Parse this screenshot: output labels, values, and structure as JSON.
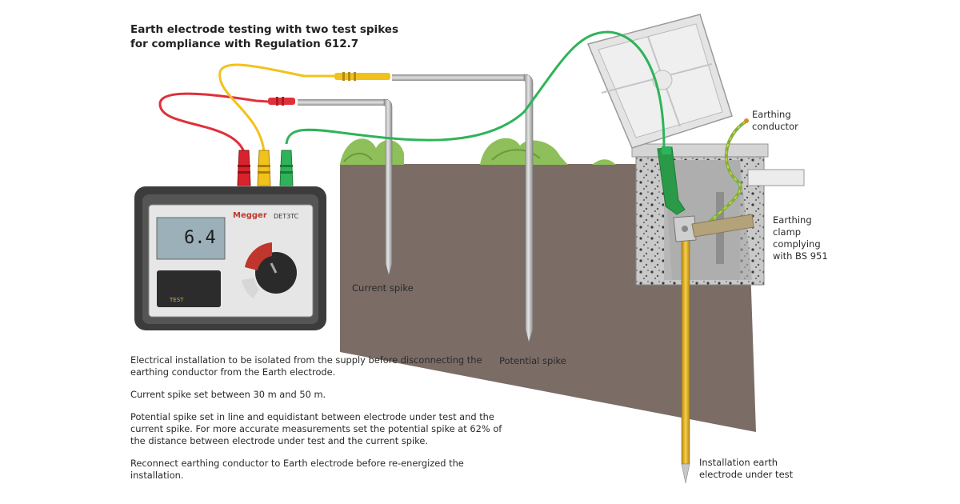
{
  "title": {
    "line1": "Earth electrode testing with two test spikes",
    "line2": "for compliance with Regulation 612.7"
  },
  "meter": {
    "brand": "Megger",
    "model": "DET3TC",
    "reading": "6.4",
    "test_label": "TEST"
  },
  "labels": {
    "current_spike": "Current spike",
    "potential_spike": "Potential spike",
    "earthing_conductor_1": "Earthing",
    "earthing_conductor_2": "conductor",
    "clamp_1": "Earthing",
    "clamp_2": "clamp",
    "clamp_3": "complying",
    "clamp_4": "with BS 951",
    "electrode_1": "Installation earth",
    "electrode_2": "electrode under test"
  },
  "notes": [
    "Electrical installation to be isolated from the supply before disconnecting the earthing conductor from the Earth electrode.",
    "Current spike set between 30 m and 50 m.",
    "Potential spike set in line and equidistant between electrode under test and the current spike. For more accurate measurements set the potential spike at 62% of the distance between electrode under test and the current spike.",
    "Reconnect earthing conductor to Earth electrode before re-energized the installation."
  ],
  "colors": {
    "soil": "#7b6c66",
    "grass": "#8fbf5a",
    "red_lead": "#e0303a",
    "yellow_lead": "#f2c21c",
    "green_lead": "#2fb35a",
    "spike": "#b8b8b8",
    "meter_body": "#4a4a4a"
  }
}
